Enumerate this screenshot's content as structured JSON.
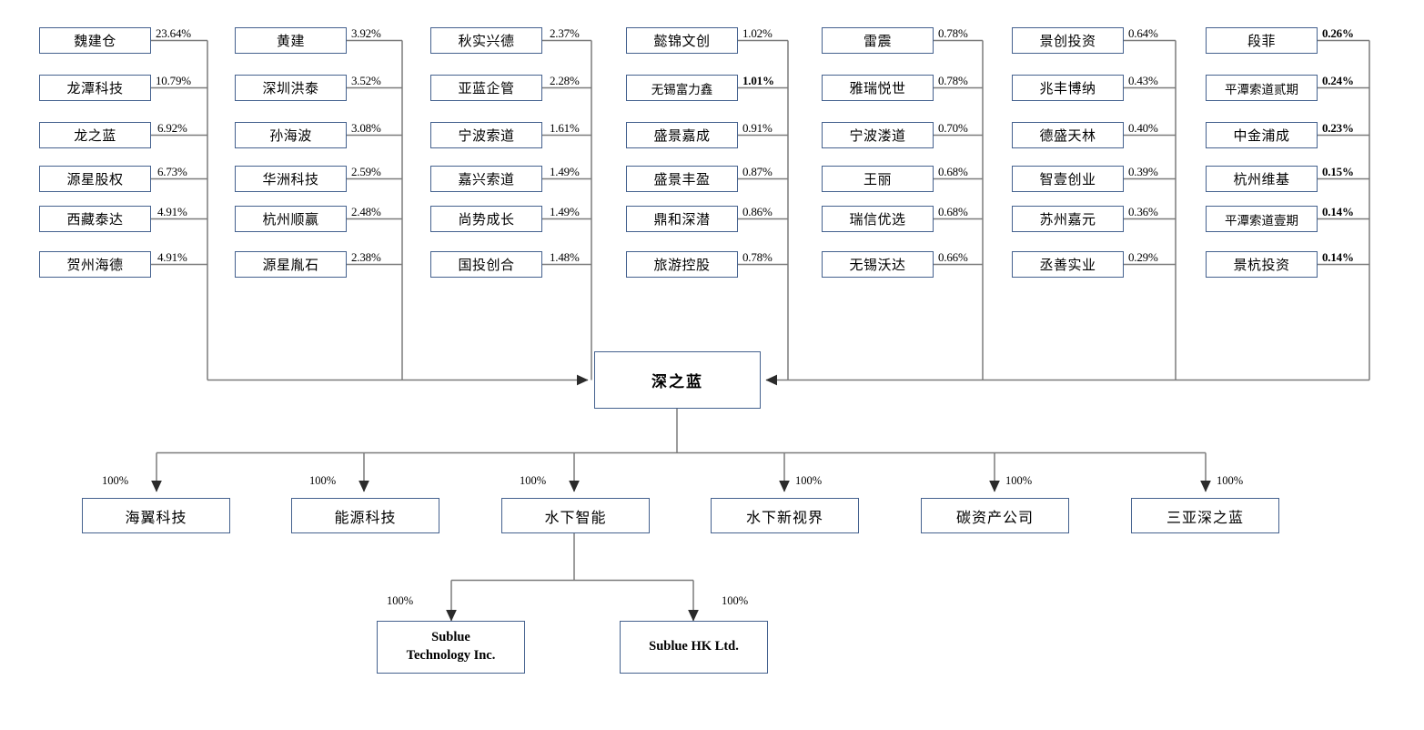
{
  "diagram": {
    "title": "深之蓝",
    "center_node": {
      "label": "深之蓝"
    },
    "shareholder_columns": [
      {
        "id": "col1",
        "items": [
          {
            "name": "魏建仓",
            "pct": "23.64%"
          },
          {
            "name": "龙潭科技",
            "pct": "10.79%"
          },
          {
            "name": "龙之蓝",
            "pct": "6.92%"
          },
          {
            "name": "源星股权",
            "pct": "6.73%"
          },
          {
            "name": "西藏泰达",
            "pct": "4.91%"
          },
          {
            "name": "贺州海德",
            "pct": "4.91%"
          }
        ]
      },
      {
        "id": "col2",
        "items": [
          {
            "name": "黄建",
            "pct": "3.92%"
          },
          {
            "name": "深圳洪泰",
            "pct": "3.52%"
          },
          {
            "name": "孙海波",
            "pct": "3.08%"
          },
          {
            "name": "华洲科技",
            "pct": "2.59%"
          },
          {
            "name": "杭州顺赢",
            "pct": "2.48%"
          },
          {
            "name": "源星胤石",
            "pct": "2.38%"
          }
        ]
      },
      {
        "id": "col3",
        "items": [
          {
            "name": "秋实兴德",
            "pct": "2.37%"
          },
          {
            "name": "亚蓝企管",
            "pct": "2.28%"
          },
          {
            "name": "宁波索道",
            "pct": "1.61%"
          },
          {
            "name": "嘉兴索道",
            "pct": "1.49%"
          },
          {
            "name": "尚势成长",
            "pct": "1.49%"
          },
          {
            "name": "国投创合",
            "pct": "1.48%"
          }
        ]
      },
      {
        "id": "col4",
        "items": [
          {
            "name": "懿锦文创",
            "pct": "1.02%"
          },
          {
            "name": "无锡富力鑫",
            "pct": "1.01%"
          },
          {
            "name": "盛景嘉成",
            "pct": "0.91%"
          },
          {
            "name": "盛景丰盈",
            "pct": "0.87%"
          },
          {
            "name": "鼎和深潜",
            "pct": "0.86%"
          },
          {
            "name": "旅游控股",
            "pct": "0.78%"
          }
        ]
      },
      {
        "id": "col5",
        "items": [
          {
            "name": "雷震",
            "pct": "0.78%"
          },
          {
            "name": "雅瑞悦世",
            "pct": "0.78%"
          },
          {
            "name": "宁波溇道",
            "pct": "0.70%"
          },
          {
            "name": "王丽",
            "pct": "0.68%"
          },
          {
            "name": "瑞信优选",
            "pct": "0.68%"
          },
          {
            "name": "无锡沃达",
            "pct": "0.66%"
          }
        ]
      },
      {
        "id": "col6",
        "items": [
          {
            "name": "景创投资",
            "pct": "0.64%"
          },
          {
            "name": "兆丰博纳",
            "pct": "0.43%"
          },
          {
            "name": "德盛天林",
            "pct": "0.40%"
          },
          {
            "name": "智壹创业",
            "pct": "0.39%"
          },
          {
            "name": "苏州嘉元",
            "pct": "0.36%"
          },
          {
            "name": "丞善实业",
            "pct": "0.29%"
          }
        ]
      },
      {
        "id": "col7",
        "items": [
          {
            "name": "段菲",
            "pct": "0.26%"
          },
          {
            "name": "平潭索道贰期",
            "pct": "0.24%"
          },
          {
            "name": "中金浦成",
            "pct": "0.23%"
          },
          {
            "name": "杭州维基",
            "pct": "0.15%"
          },
          {
            "name": "平潭索道壹期",
            "pct": "0.14%"
          },
          {
            "name": "景杭投资",
            "pct": "0.14%"
          }
        ]
      }
    ],
    "subsidiaries": [
      {
        "name": "海翼科技",
        "pct": "100%"
      },
      {
        "name": "能源科技",
        "pct": "100%"
      },
      {
        "name": "水下智能",
        "pct": "100%"
      },
      {
        "name": "水下新视界",
        "pct": "100%"
      },
      {
        "name": "碳资产公司",
        "pct": "100%"
      },
      {
        "name": "三亚深之蓝",
        "pct": "100%"
      }
    ],
    "grandchildren": [
      {
        "line1": "Sublue",
        "line2": "Technology Inc.",
        "pct": "100%"
      },
      {
        "line1": "Sublue HK Ltd.",
        "line2": "",
        "pct": "100%"
      }
    ],
    "colors": {
      "box_border": "#44618e",
      "connector": "#7b7b7b",
      "connector_dark": "#5a5a5a",
      "background": "#ffffff",
      "text": "#000000"
    }
  }
}
